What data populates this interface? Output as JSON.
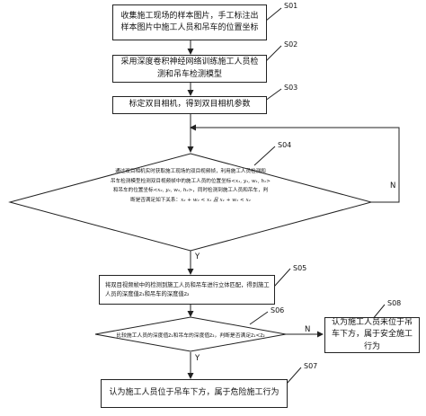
{
  "steps": {
    "s01": {
      "label": "S01",
      "text": "收集施工现场的样本图片，手工标注出样本图片中施工人员和吊车的位置坐标"
    },
    "s02": {
      "label": "S02",
      "text": "采用深度卷积神经网络训练施工人员检测和吊车检测模型"
    },
    "s03": {
      "label": "S03",
      "text": "标定双目相机，得到双目相机参数"
    },
    "s04": {
      "label": "S04",
      "line1": "通过双目相机实时获取施工现场的双目视频帧，利用施工人员检测和",
      "line2": "吊车检测模型检测双目视频帧中的施工人员的位置坐标<",
      "line2_math": "x₁, y₁,  w₁,  h₁",
      "line2_end": ">",
      "line3": "和吊车的位置坐标<",
      "line3_math": "x₂,  y₂,  w₂,  h₂",
      "line3_end": ">，同时检测到施工人员和吊车，判",
      "line4": "断是否满足如下关系：",
      "line4_math": "x₂ + w₂ < x₁ 且 x₁ + w₁ < x₂"
    },
    "s05": {
      "label": "S05",
      "line1": "将双目视频帧中的检测到施工人员和吊车进行立体匹配，得到施工",
      "line2": "人员的深度值z₁和吊车的深度值z₂"
    },
    "s06": {
      "label": "S06",
      "text": "比较施工人员的深度值z₁和吊车的深度值z₂，判断是否满足z₁<z₂"
    },
    "s07": {
      "label": "S07",
      "text": "认为施工人员位于吊车下方，属于危险施工行为"
    },
    "s08": {
      "label": "S08",
      "text": "认为施工人员未位于吊车下方，属于安全施工行为"
    }
  },
  "branches": {
    "s04_yes": "Y",
    "s04_no": "N",
    "s06_yes": "Y",
    "s06_no": "N"
  }
}
